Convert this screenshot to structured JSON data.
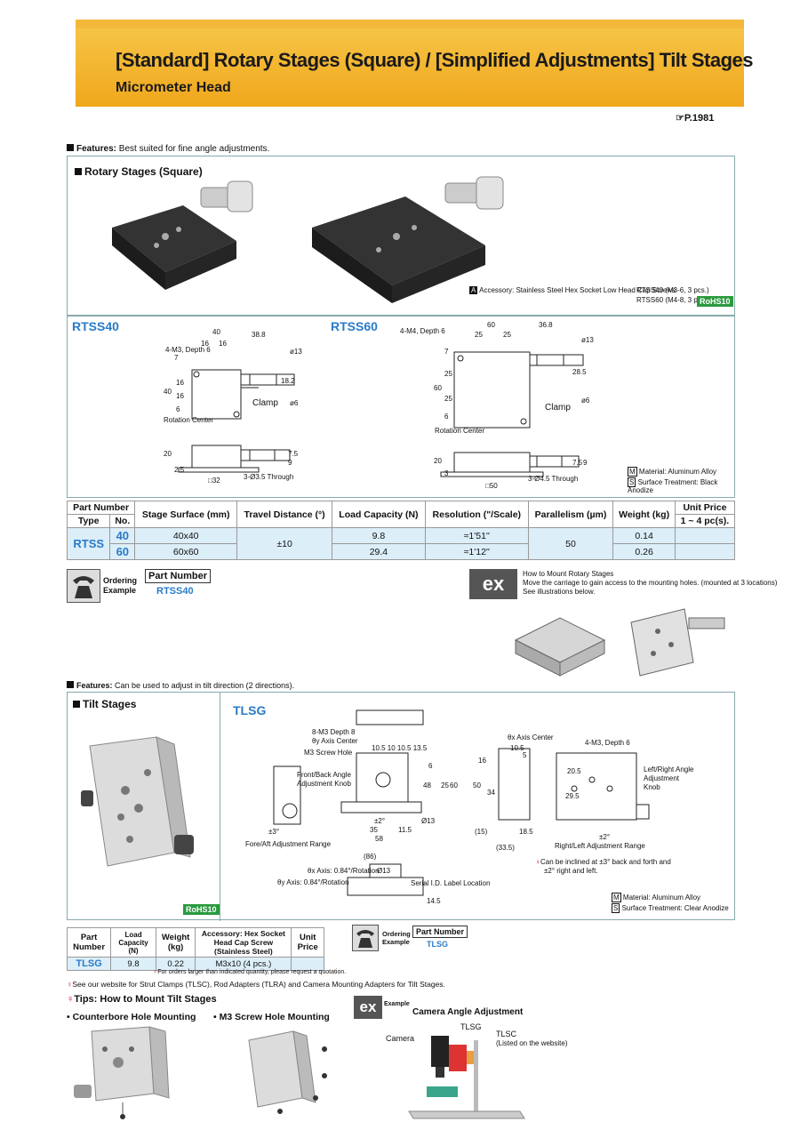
{
  "header": {
    "title": "[Standard] Rotary Stages (Square) / [Simplified Adjustments] Tilt Stages",
    "subtitle": "Micrometer Head",
    "page_ref": "P.1981"
  },
  "rotary": {
    "features_label": "Features:",
    "features_text": "Best suited for fine angle adjustments.",
    "section_title": "Rotary Stages (Square)",
    "accessory_badge": "A",
    "accessory_text": "Accessory: Stainless Steel Hex Socket Low Head Cap Screws",
    "accessory_40": "RTSS40 (M3-6, 3 pcs.)",
    "accessory_60": "RTSS60 (M4-8, 3 pcs.)",
    "rohs": "RoHS10",
    "model_40": "RTSS40",
    "model_60": "RTSS60",
    "dims_40": {
      "tap": "4-M3, Depth 6",
      "w40": "40",
      "w16a": "16",
      "w16b": "16",
      "w38": "38.8",
      "h7": "7",
      "h40": "40",
      "h16a": "16",
      "h16b": "16",
      "h6": "6",
      "d13": "ø13",
      "d18": "18.2",
      "d6": "ø6",
      "clamp": "Clamp",
      "rc": "Rotation Center",
      "s20": "20",
      "s25": "2.5",
      "s75": "7.5",
      "s9": "9",
      "sq": "32",
      "through": "3-Ø3.5 Through"
    },
    "dims_60": {
      "tap": "4-M4, Depth 6",
      "w60": "60",
      "w25a": "25",
      "w25b": "25",
      "w36": "36.8",
      "h7": "7",
      "h60": "60",
      "h25a": "25",
      "h25b": "25",
      "h6": "6",
      "d13": "ø13",
      "d28": "28.5",
      "d6": "ø6",
      "clamp": "Clamp",
      "rc": "Rotation Center",
      "s20": "20",
      "s3": "3",
      "s75": "7.5",
      "s9": "9",
      "sq": "50",
      "through": "3-Ø4.5 Through"
    },
    "material_badge": "M",
    "material_text": "Material: Aluminum Alloy",
    "surface_badge": "S",
    "surface_text": "Surface Treatment: Black Anodize",
    "table": {
      "h_part": "Part Number",
      "h_type": "Type",
      "h_no": "No.",
      "h_surface": "Stage Surface (mm)",
      "h_travel": "Travel Distance (°)",
      "h_load": "Load Capacity (N)",
      "h_res": "Resolution (\"/Scale)",
      "h_par": "Parallelism (µm)",
      "h_weight": "Weight (kg)",
      "h_price": "Unit Price",
      "h_qty": "1 ~ 4 pc(s).",
      "type": "RTSS",
      "travel": "±10",
      "parallel": "50",
      "rows": [
        {
          "no": "40",
          "surface": "40x40",
          "load": "9.8",
          "res": "≈1'51''",
          "weight": "0.14"
        },
        {
          "no": "60",
          "surface": "60x60",
          "load": "29.4",
          "res": "≈1'12''",
          "weight": "0.26"
        }
      ]
    },
    "ordering": {
      "label1": "Ordering",
      "label2": "Example",
      "pn_label": "Part Number",
      "pn": "RTSS40"
    },
    "mount": {
      "badge": "ex",
      "line1": "How to Mount Rotary Stages",
      "line2": "Move the carriage to gain access to the mounting holes. (mounted at 3 locations)",
      "line3": "See illustrations below."
    }
  },
  "tilt": {
    "features_label": "Features:",
    "features_text": "Can be used to adjust in tilt direction (2 directions).",
    "section_title": "Tilt Stages",
    "model": "TLSG",
    "rohs": "RoHS10",
    "labels": {
      "tap8": "8-M3 Depth 8",
      "ycenter": "θy Axis Center",
      "m3hole": "M3 Screw Hole",
      "front_knob1": "Front/Back Angle",
      "front_knob2": "Adjustment Knob",
      "xcenter": "θx Axis Center",
      "tap4": "4-M3, Depth 6",
      "lr1": "Left/Right Angle",
      "lr2": "Adjustment",
      "lr3": "Knob",
      "fore_deg": "±3°",
      "fore_range": "Fore/Aft Adjustment Range",
      "lr_deg": "±2°",
      "lr_range": "Right/Left Adjustment Range",
      "incline1": "Can be inclined at ±3° back and forth and",
      "incline2": "±2° right and left.",
      "x_rot": "θx Axis: 0.84°/Rotation",
      "y_rot": "θy Axis: 0.84°/Rotation",
      "serial": "Serial I.D. Label Location",
      "d13": "Ø13",
      "d86": "(86)",
      "d58": "58",
      "d35": "35",
      "d115": "11.5",
      "d15": "(15)",
      "d335": "(33.5)",
      "d185": "18.5",
      "d50": "50",
      "d34": "34",
      "d16": "16",
      "d105": "10.5",
      "d5": "5",
      "d48": "48",
      "d60": "60",
      "d25": "25",
      "d145": "14.5",
      "d295": "29.5",
      "d205": "20.5",
      "d6": "6",
      "top_dims": "10.5 10 10.5 13.5",
      "d2": "±2°"
    },
    "material_badge": "M",
    "material_text": "Material: Aluminum Alloy",
    "surface_badge": "S",
    "surface_text": "Surface Treatment: Clear Anodize",
    "table": {
      "h_part": "Part Number",
      "h_load": "Load Capacity (N)",
      "h_weight": "Weight (kg)",
      "h_acc": "Accessory: Hex Socket Head Cap Screw (Stainless Steel)",
      "h_price": "Unit Price",
      "part": "TLSG",
      "load": "9.8",
      "weight": "0.22",
      "acc": "M3x10 (4 pcs.)"
    },
    "note_quote": "For orders larger than indicated quantity, please request a quotation.",
    "note_web": "See our website for Strut Clamps (TLSC), Rod Adapters (TLRA) and Camera Mounting Adapters for Tilt Stages.",
    "ordering": {
      "label1": "Ordering",
      "label2": "Example",
      "pn_label": "Part Number",
      "pn": "TLSG"
    }
  },
  "tips": {
    "title": "Tips: How to Mount Tilt Stages",
    "counterbore": "• Counterbore Hole Mounting",
    "m3": "• M3 Screw Hole Mounting",
    "ex_badge": "ex",
    "ex_small": "Example",
    "camera_title": "Camera Angle Adjustment",
    "camera": "Camera",
    "tlsg": "TLSG",
    "tlsc": "TLSC",
    "tlsc_note": "(Listed on the website)"
  }
}
